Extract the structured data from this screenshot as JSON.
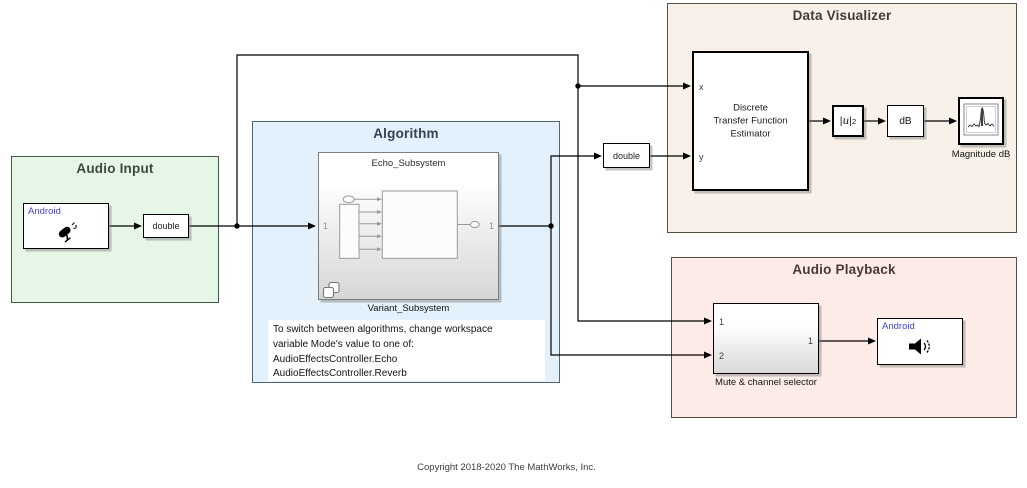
{
  "regions": {
    "audio_input": {
      "title": "Audio Input",
      "fill": "#e6f6e6"
    },
    "algorithm": {
      "title": "Algorithm",
      "fill": "#e2f1fc"
    },
    "data_visualizer": {
      "title": "Data Visualizer",
      "fill": "#f8f1e9"
    },
    "audio_playback": {
      "title": "Audio Playback",
      "fill": "#fcebe7"
    }
  },
  "blocks": {
    "audio_capture": {
      "vendor": "Android",
      "icon": "microphone-icon"
    },
    "cast_to_double_input": {
      "label": "double"
    },
    "variant_subsystem": {
      "active_label": "Echo_Subsystem",
      "name": "Variant_Subsystem",
      "inport": "1",
      "outport": "1"
    },
    "cast_to_double_output": {
      "label": "double"
    },
    "transfer_function_estimator": {
      "label": "Discrete\nTransfer Function\nEstimator",
      "port_x": "x",
      "port_y": "y"
    },
    "magnitude_squared": {
      "bar_left": "|",
      "variable": "u",
      "bar_right": "|",
      "exponent": "2"
    },
    "db_conversion": {
      "label": "dB"
    },
    "spectrum_analyzer": {
      "label": "Magnitude dB",
      "icon": "spectrum-icon"
    },
    "mute_channel_selector": {
      "name": "Mute & channel selector",
      "inport1": "1",
      "inport2": "2",
      "outport": "1"
    },
    "audio_playback_device": {
      "vendor": "Android",
      "icon": "speaker-icon"
    }
  },
  "annotation": {
    "text": "To switch between algorithms, change workspace\nvariable Mode's value to one of:\nAudioEffectsController.Echo\nAudioEffectsController.Reverb"
  },
  "footer": {
    "copyright": "Copyright 2018-2020 The MathWorks, Inc."
  },
  "colors": {
    "android_label": "#4242dd",
    "wire": "#000000",
    "audio_input_fill": "#e6f6e6",
    "algorithm_fill": "#e2f1fc",
    "data_visualizer_fill": "#f8f1e9",
    "audio_playback_fill": "#fcebe7"
  }
}
